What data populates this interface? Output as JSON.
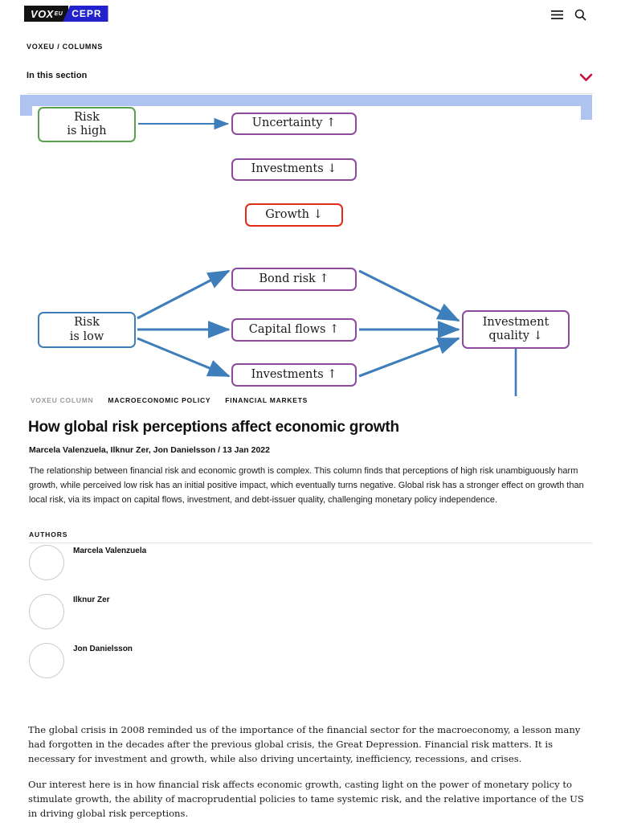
{
  "header": {
    "logo_vox": "VOX",
    "logo_vox_sup": "EU",
    "logo_cepr": "CEPR",
    "menu_icon": "hamburger-menu-icon",
    "search_icon": "search-icon"
  },
  "breadcrumb": "VOXEU / COLUMNS",
  "section_nav": {
    "label": "In this section",
    "chevron_icon": "chevron-down-icon",
    "chevron_color": "#c8103e"
  },
  "figure": {
    "band_color": "#aec3f0",
    "arrow_color": "#3d7ebb",
    "nodes": [
      {
        "id": "risk-high",
        "text_line1": "Risk",
        "text_line2": "is high",
        "color": "#5aa14f"
      },
      {
        "id": "uncertainty-up",
        "text_line1": "Uncertainty ↑",
        "text_line2": "",
        "color": "#8e4b9e"
      },
      {
        "id": "investments-down",
        "text_line1": "Investments ↓",
        "text_line2": "",
        "color": "#8e4b9e"
      },
      {
        "id": "growth-down",
        "text_line1": "Growth ↓",
        "text_line2": "",
        "color": "#e22b16"
      },
      {
        "id": "bond-risk-up",
        "text_line1": "Bond risk ↑",
        "text_line2": "",
        "color": "#8e4b9e"
      },
      {
        "id": "risk-low",
        "text_line1": "Risk",
        "text_line2": "is low",
        "color": "#3d7ebb"
      },
      {
        "id": "capital-flows-up",
        "text_line1": "Capital flows ↑",
        "text_line2": "",
        "color": "#8e4b9e"
      },
      {
        "id": "investments-up",
        "text_line1": "Investments ↑",
        "text_line2": "",
        "color": "#8e4b9e"
      },
      {
        "id": "investment-quality",
        "text_line1": "Investment",
        "text_line2": "quality ↓",
        "color": "#8e4b9e"
      }
    ]
  },
  "tags": [
    {
      "label": "VOXEU COLUMN",
      "muted": true
    },
    {
      "label": "MACROECONOMIC POLICY",
      "muted": false
    },
    {
      "label": "FINANCIAL MARKETS",
      "muted": false
    }
  ],
  "article": {
    "title": "How global risk perceptions affect economic growth",
    "byline": "Marcela Valenzuela, Ilknur Zer, Jon Danielsson / 13 Jan 2022",
    "abstract": "The relationship between financial risk and economic growth is complex. This column finds that perceptions of high risk unambiguously harm growth, while perceived low risk has an initial positive impact, which eventually turns negative. Global risk has a stronger effect on growth than local risk, via its impact on capital flows, investment, and debt-issuer quality, challenging monetary policy independence."
  },
  "authors": {
    "label": "AUTHORS",
    "list": [
      {
        "name": "Marcela Valenzuela"
      },
      {
        "name": "Ilknur Zer"
      },
      {
        "name": "Jon Danielsson"
      }
    ]
  },
  "body": {
    "paragraph1": "The global crisis in 2008 reminded us of the importance of the financial sector for the macroeconomy, a lesson many had forgotten in the decades after the previous global crisis, the Great Depression. Financial risk matters. It is necessary for investment and growth, while also driving uncertainty, inefficiency, recessions, and crises.",
    "paragraph2": "Our interest here is in how financial risk affects economic growth, casting light on the power of monetary policy to stimulate growth, the ability of macroprudential policies to tame systemic risk, and the relative importance of the US in driving global risk perceptions."
  }
}
